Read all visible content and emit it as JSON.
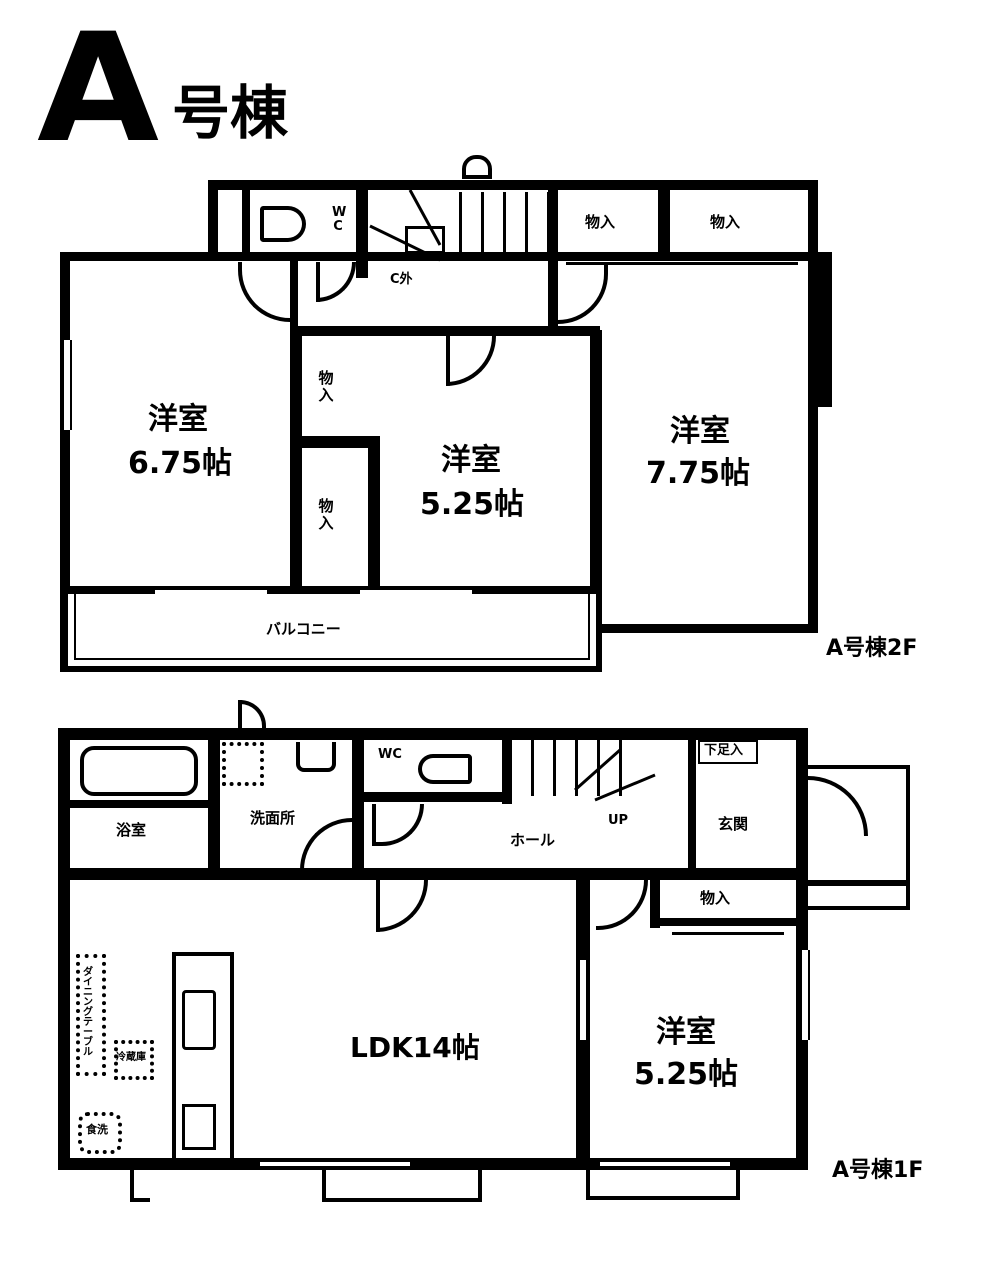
{
  "title": {
    "letter": "A",
    "suffix": "号棟"
  },
  "floor2": {
    "caption": "A号棟2F",
    "rooms": [
      {
        "id": "western-room-1",
        "name": "洋室",
        "size": "6.75帖"
      },
      {
        "id": "western-room-2",
        "name": "洋室",
        "size": "5.25帖"
      },
      {
        "id": "western-room-3",
        "name": "洋室",
        "size": "7.75帖"
      }
    ],
    "labels": {
      "wc": "WC",
      "closet_hall": "C外",
      "storage_top_1": "物入",
      "storage_top_2": "物入",
      "storage_mid_1": "物入",
      "storage_mid_2": "物入",
      "balcony": "バルコニー"
    }
  },
  "floor1": {
    "caption": "A号棟1F",
    "rooms": [
      {
        "id": "ldk",
        "name": "LDK",
        "size": "14帖"
      },
      {
        "id": "western-room-4",
        "name": "洋室",
        "size": "5.25帖"
      }
    ],
    "labels": {
      "bathroom": "浴室",
      "washroom": "洗面所",
      "wc": "WC",
      "hall": "ホール",
      "up": "UP",
      "entrance": "玄関",
      "shoe_box": "下足入",
      "storage": "物入",
      "dining_counter": "ダイニングテーブル",
      "fridge": "冷蔵庫",
      "dishwasher": "食洗"
    }
  }
}
